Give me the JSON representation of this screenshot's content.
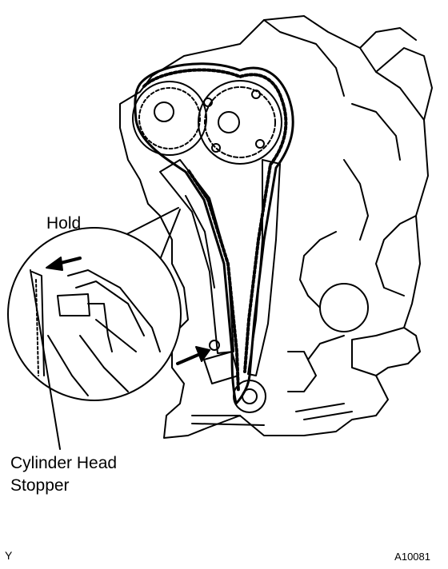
{
  "labels": {
    "hold": "Hold",
    "part_line1": "Cylinder Head",
    "part_line2": "Stopper",
    "corner_left": "Y",
    "figure_code": "A10081"
  },
  "colors": {
    "ink": "#000000",
    "paper": "#ffffff"
  }
}
